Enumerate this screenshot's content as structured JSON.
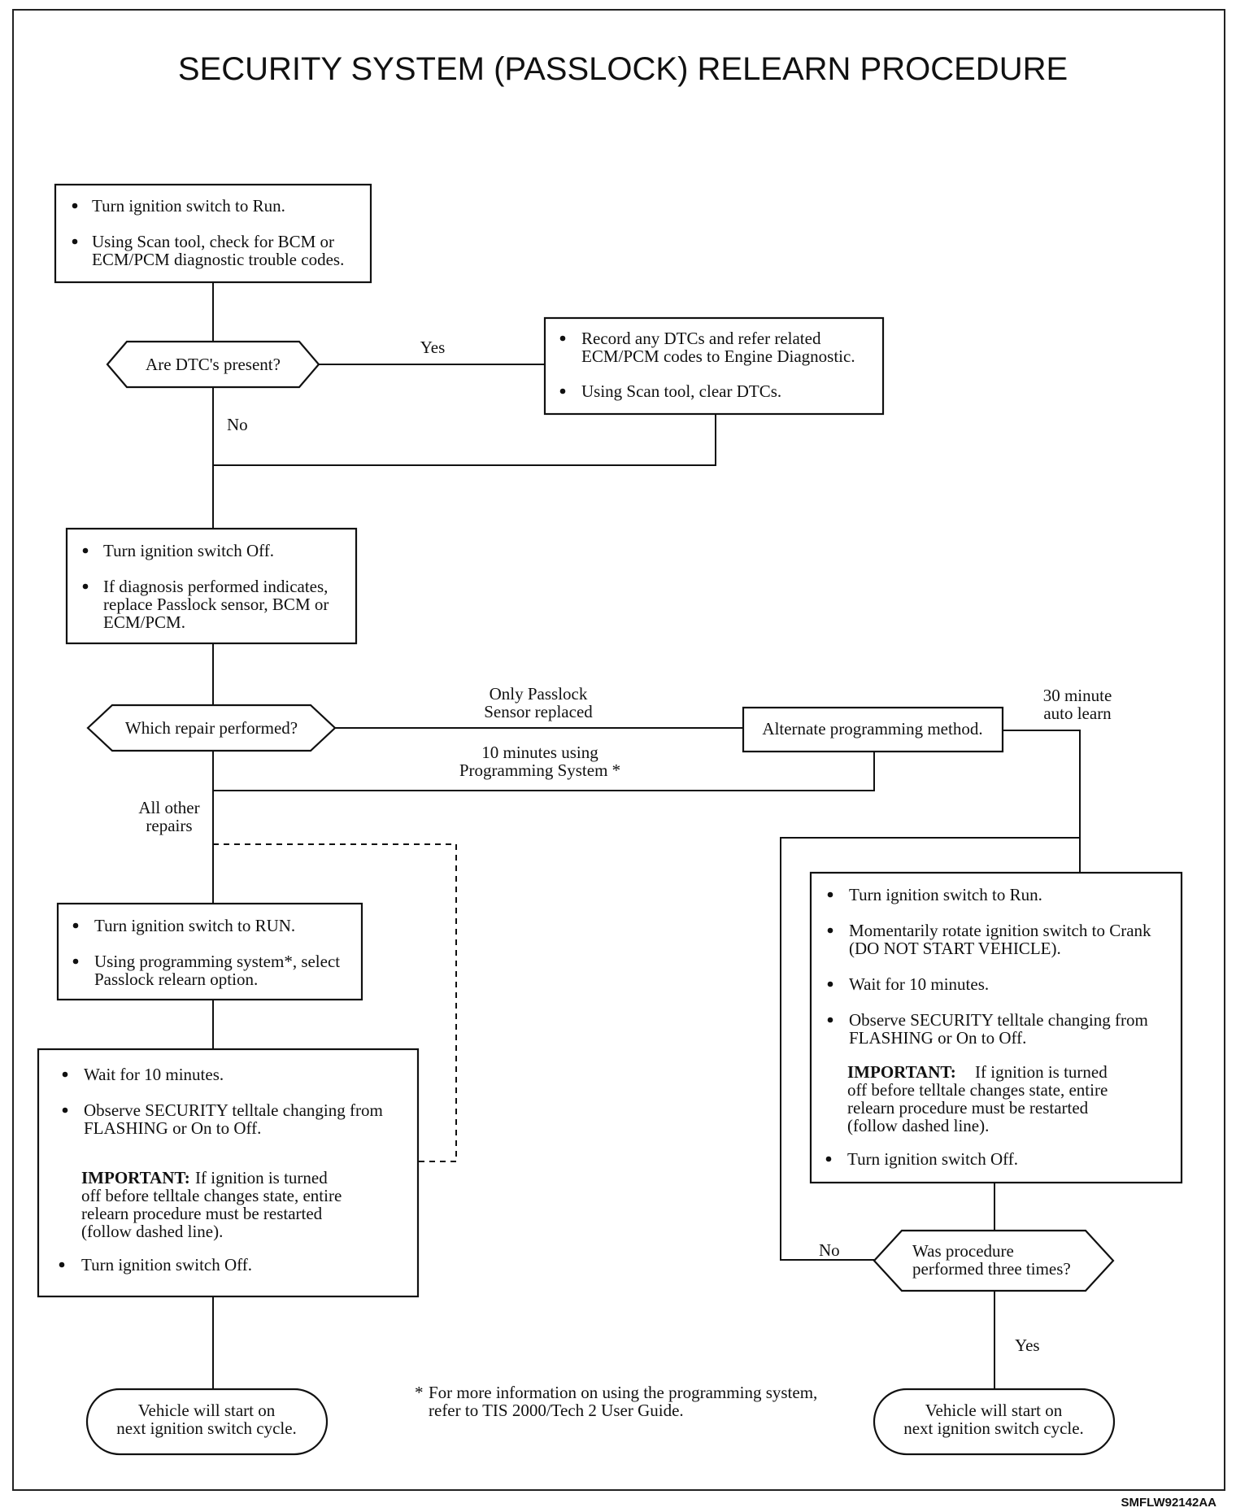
{
  "title": "SECURITY SYSTEM (PASSLOCK) RELEARN PROCEDURE",
  "doc_code": "SMFLW92142AA",
  "bullet_glyph": "•",
  "footnote": {
    "marker": "*",
    "lines": [
      "For more information on using the programming system,",
      "refer to TIS 2000/Tech 2 User Guide."
    ]
  },
  "steps": {
    "start": {
      "items": [
        [
          "Turn ignition switch to Run."
        ],
        [
          "Using Scan tool, check for BCM or",
          "ECM/PCM diagnostic trouble codes."
        ]
      ]
    },
    "record_dtcs": {
      "items": [
        [
          "Record any DTCs and refer related",
          "ECM/PCM codes to Engine Diagnostic."
        ],
        [
          "Using Scan tool, clear DTCs."
        ]
      ]
    },
    "turn_off": {
      "items": [
        [
          "Turn ignition switch Off."
        ],
        [
          "If diagnosis performed indicates,",
          "replace Passlock sensor, BCM or",
          "ECM/PCM."
        ]
      ]
    },
    "alternate": {
      "label": "Alternate programming method."
    },
    "run_program": {
      "items": [
        [
          "Turn ignition switch to RUN."
        ],
        [
          "Using programming system*, select",
          "Passlock relearn option."
        ]
      ]
    },
    "wait_left": {
      "items": [
        [
          "Wait for 10 minutes."
        ],
        [
          "Observe SECURITY telltale changing from",
          "FLASHING or On to Off."
        ]
      ],
      "important_label": "IMPORTANT:",
      "important_lines": [
        "If ignition is turned",
        "off before telltale changes state, entire",
        "relearn procedure must be restarted",
        "(follow dashed line)."
      ],
      "last_item": "Turn ignition switch Off."
    },
    "right_proc": {
      "items": [
        [
          "Turn ignition switch to Run."
        ],
        [
          "Momentarily rotate ignition switch to Crank",
          "(DO NOT START VEHICLE)."
        ],
        [
          "Wait for 10 minutes."
        ],
        [
          "Observe SECURITY telltale changing from",
          "FLASHING or On to Off."
        ]
      ],
      "important_label": "IMPORTANT:",
      "important_lines": [
        "If ignition is turned",
        "off before telltale changes state, entire",
        "relearn procedure must be restarted",
        "(follow dashed line)."
      ],
      "last_item": "Turn ignition switch Off."
    }
  },
  "decisions": {
    "dtcs_present": {
      "label": "Are DTC's present?"
    },
    "which_repair": {
      "label": "Which repair performed?"
    },
    "three_times": {
      "lines": [
        "Was procedure",
        "performed three times?"
      ]
    }
  },
  "terminals": {
    "left": {
      "lines": [
        "Vehicle will start on",
        "next ignition switch cycle."
      ]
    },
    "right": {
      "lines": [
        "Vehicle will start on",
        "next ignition switch cycle."
      ]
    }
  },
  "branch_labels": {
    "dtc_yes": "Yes",
    "dtc_no": "No",
    "only_passlock": [
      "Only Passlock",
      "Sensor replaced"
    ],
    "ten_minutes": [
      "10 minutes using",
      "Programming System *"
    ],
    "thirty_minute": [
      "30 minute",
      "auto learn"
    ],
    "all_other": [
      "All other",
      "repairs"
    ],
    "three_no": "No",
    "three_yes": "Yes"
  }
}
